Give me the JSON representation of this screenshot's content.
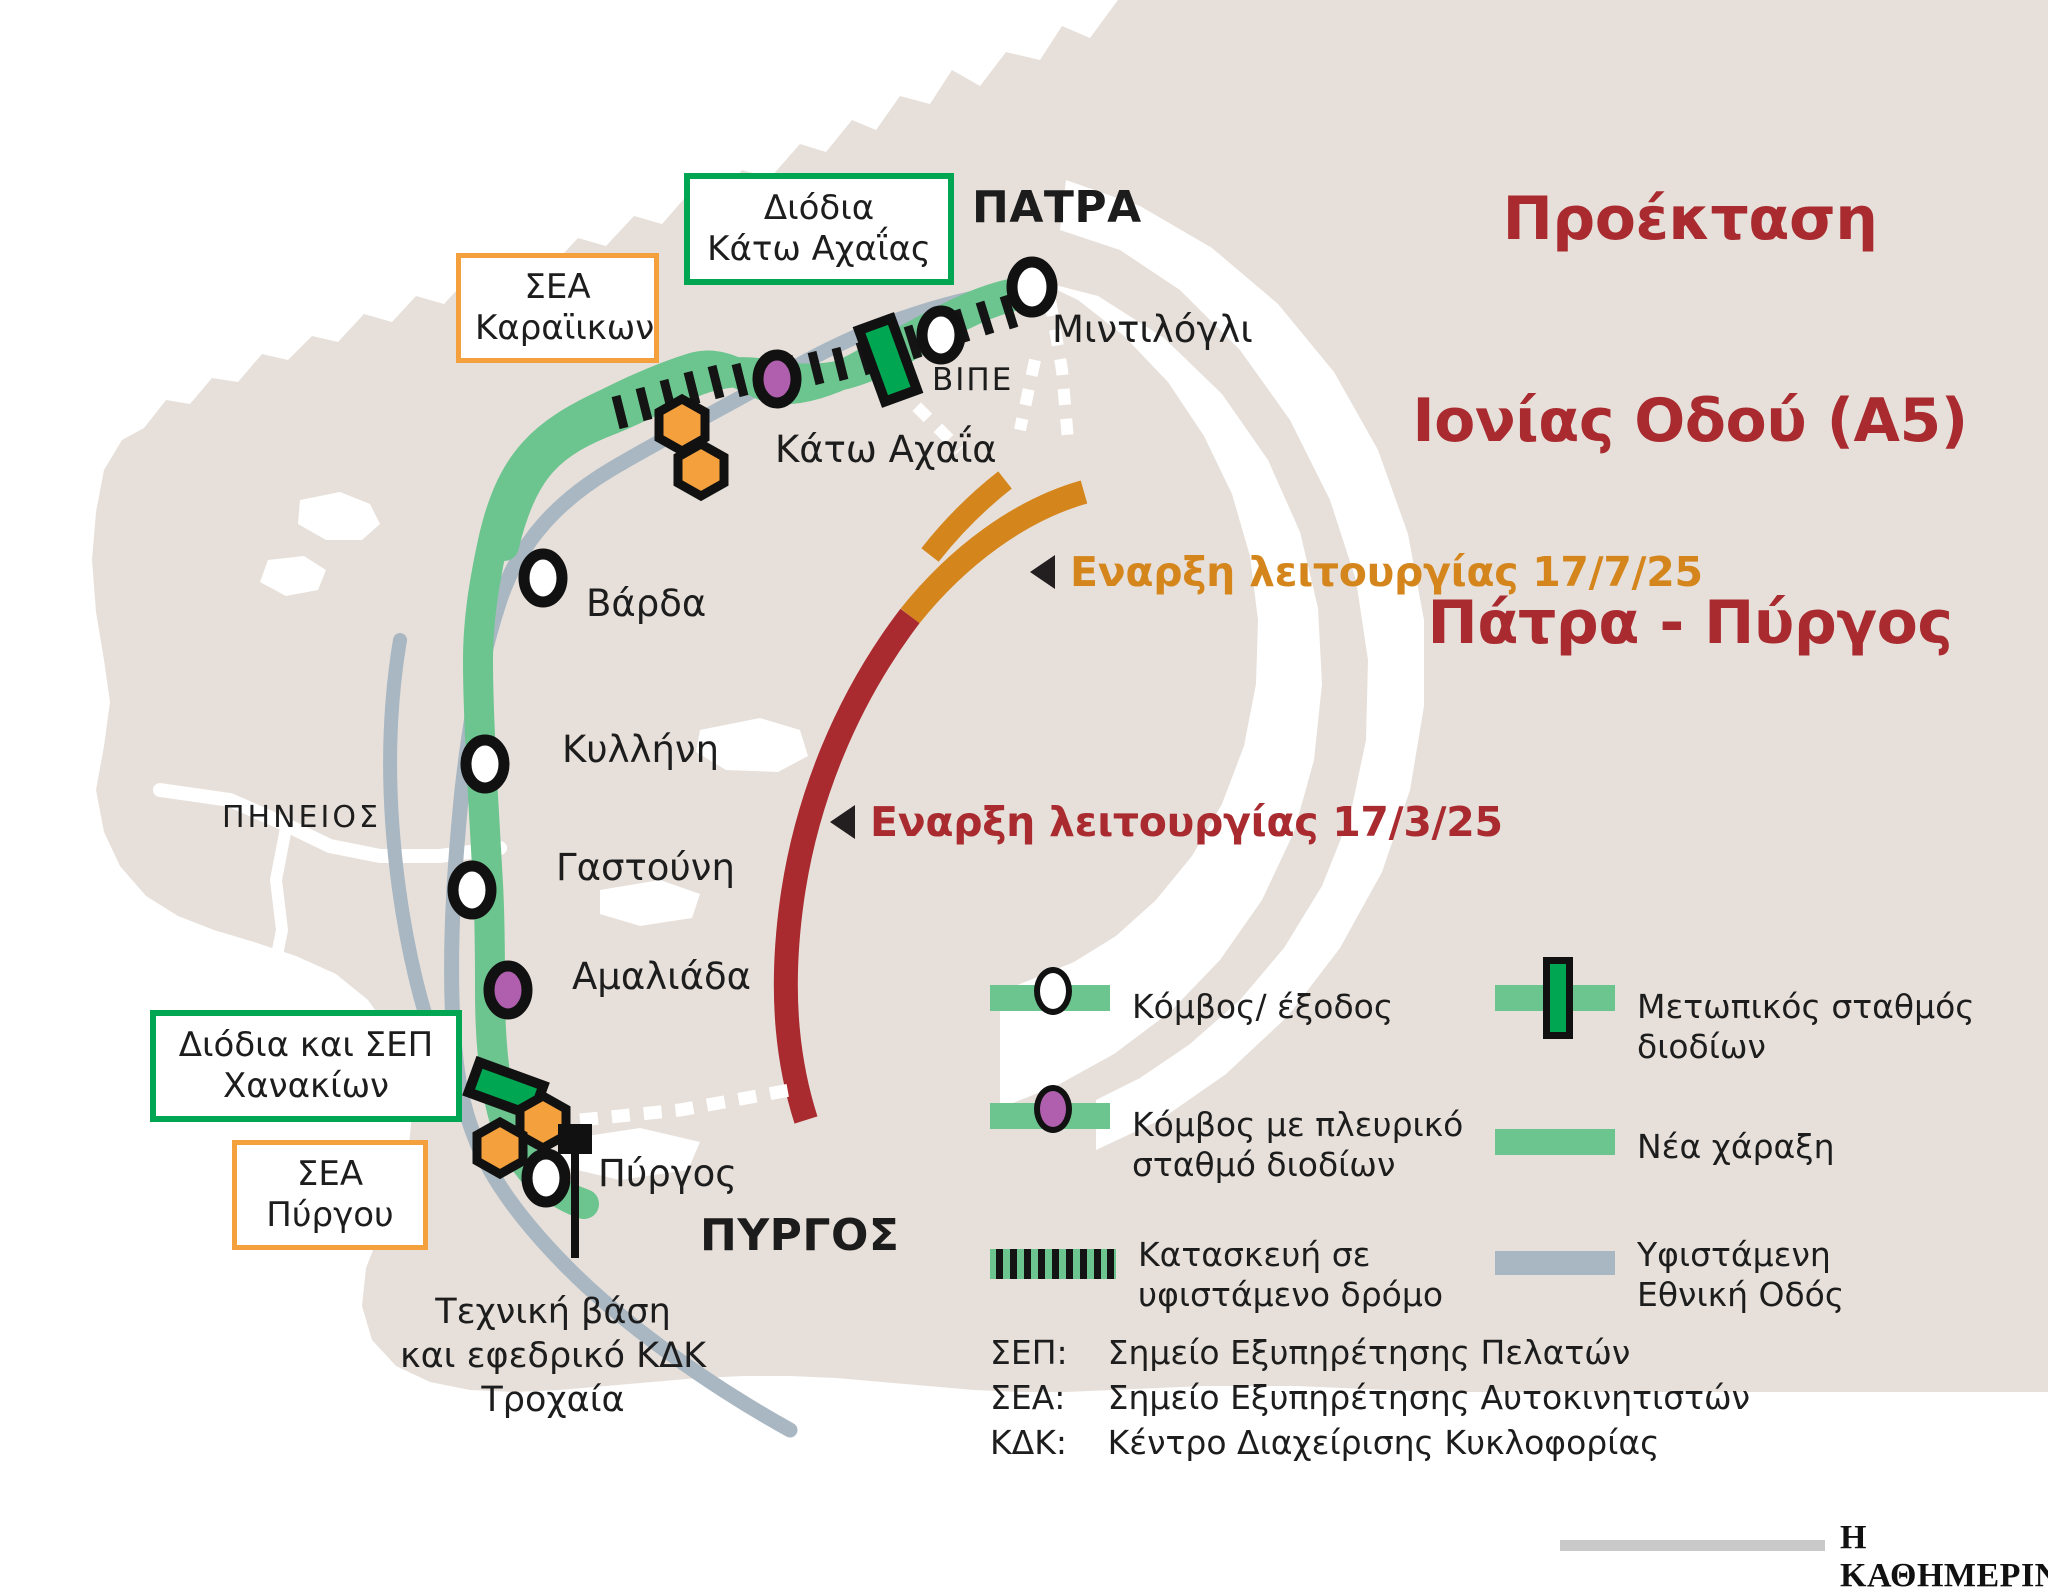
{
  "title": {
    "line1": "Προέκταση",
    "line2": "Ιονίας Οδού (Α5)",
    "line3": "Πάτρα - Πύργος",
    "color": "#a92b30"
  },
  "cities": {
    "patra": "ΠΑΤΡΑ",
    "pyrgos": "ΠΥΡΓΟΣ"
  },
  "places": {
    "mintilogli": "Μιντιλόγλι",
    "vipe": "ΒΙΠΕ",
    "kato_achaia": "Κάτω Αχαΐα",
    "varda": "Βάρδα",
    "kyllini": "Κυλλήνη",
    "gastouni": "Γαστούνη",
    "amaliada": "Αμαλιάδα",
    "pyrgos_town": "Πύργος",
    "pineios": "ΠΗΝΕΙΟΣ"
  },
  "callouts": [
    {
      "id": "sea-karaiikon",
      "line1": "ΣΕΑ",
      "line2": "Καραϊικων",
      "color": "#f4a13d"
    },
    {
      "id": "diodia-kato-achaias",
      "line1": "Διόδια",
      "line2": "Κάτω Αχαΐας",
      "color": "#00a651"
    },
    {
      "id": "diodia-sep-chanakion",
      "line1": "Διόδια και ΣΕΠ",
      "line2": "Χανακίων",
      "color": "#00a651"
    },
    {
      "id": "sea-pyrgou",
      "line1": "ΣΕΑ",
      "line2": "Πύργου",
      "color": "#f4a13d"
    }
  ],
  "annotations": [
    {
      "id": "start-july",
      "text": "Εναρξη λειτουργίας 17/7/25",
      "color": "#d4861d",
      "date": "17/7/25"
    },
    {
      "id": "start-march",
      "text": "Εναρξη λειτουργίας 17/3/25",
      "color": "#a92b30",
      "date": "17/3/25"
    }
  ],
  "note_technical": {
    "line1": "Τεχνική βάση",
    "line2": "και εφεδρικό ΚΔΚ",
    "line3": "Τροχαία"
  },
  "legend": {
    "left": [
      {
        "symbol": "node-ring-white",
        "label": "Κόμβος/ έξοδος"
      },
      {
        "symbol": "node-ring-purple",
        "label_line1": "Κόμβος με πλευρικό",
        "label_line2": "σταθμό διοδίων"
      },
      {
        "symbol": "hatched-green-bar",
        "label_line1": "Κατασκευή σε",
        "label_line2": "υφιστάμενο δρόμο"
      }
    ],
    "right": [
      {
        "symbol": "toll-gate",
        "label_line1": "Μετωπικός σταθμός",
        "label_line2": "διοδίων"
      },
      {
        "symbol": "green-bar",
        "label": "Νέα χάραξη"
      },
      {
        "symbol": "gray-bar",
        "label_line1": "Υφιστάμενη",
        "label_line2": "Εθνική Οδός"
      }
    ]
  },
  "abbreviations": [
    {
      "key": "ΣΕΠ:",
      "value": "Σημείο Εξυπηρέτησης Πελατών"
    },
    {
      "key": "ΣΕΑ:",
      "value": "Σημείο Εξυπηρέτησης Αυτοκινητιστών"
    },
    {
      "key": "ΚΔΚ:",
      "value": "Κέντρο Διαχείρισης Κυκλοφορίας"
    }
  ],
  "footer": {
    "brand": "Η ΚΑΘΗΜΕΡΙΝΗ"
  },
  "colors": {
    "land": "#e7e0da",
    "sea": "#ffffff",
    "new_road_green": "#6cc48e",
    "existing_road_gray": "#a9b7c2",
    "toll_green": "#00a651",
    "sea_marker_orange": "#f4a13d",
    "node_purple": "#b05fae",
    "accent_red": "#a92b30",
    "accent_orange": "#d4861d"
  }
}
